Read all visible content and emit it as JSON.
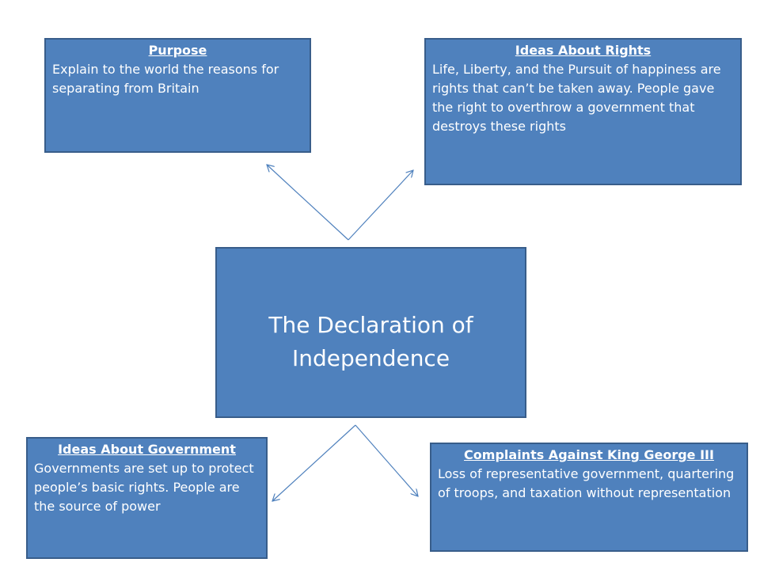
{
  "center": {
    "text": "The Declaration of Independence"
  },
  "purpose": {
    "title": "Purpose",
    "body": "Explain to the world the reasons for separating from Britain"
  },
  "rights": {
    "title": "Ideas About Rights",
    "body": "Life, Liberty, and the Pursuit of happiness are rights that can’t be taken away.  People gave the right to overthrow a government that destroys these rights"
  },
  "government": {
    "title": "Ideas About Government",
    "body": "Governments are set up to protect people’s basic rights.  People are the source of power"
  },
  "complaints": {
    "title": "Complaints Against King  George III",
    "body": "Loss of representative government, quartering of troops, and  taxation without representation"
  },
  "colors": {
    "box_fill": "#4f81bd",
    "box_border": "#385d8a",
    "text": "#ffffff",
    "arrow": "#4f81bd"
  }
}
